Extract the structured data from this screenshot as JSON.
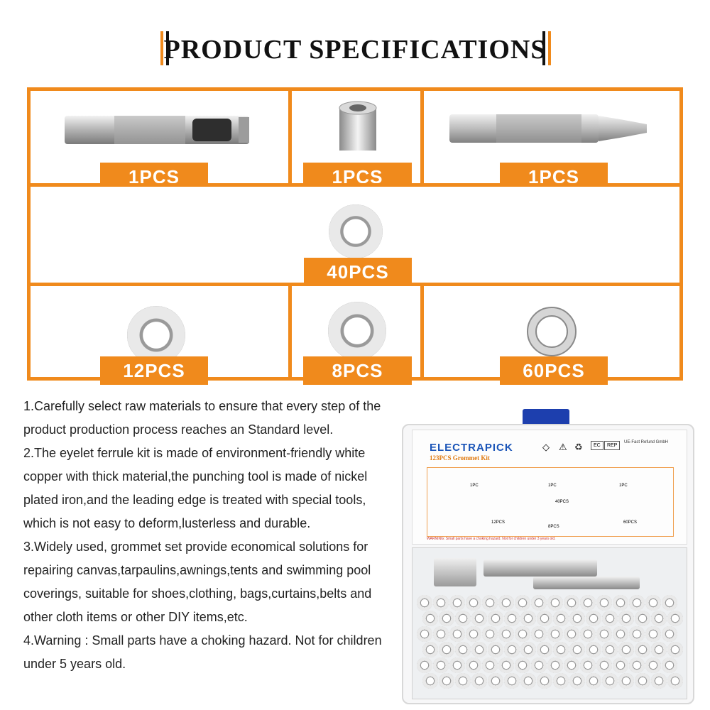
{
  "title": "PRODUCT SPECIFICATIONS",
  "colors": {
    "accent": "#f08a1c",
    "text": "#111111",
    "badge_text": "#ffffff"
  },
  "items": [
    {
      "name": "hole-punch",
      "qty": "1PCS"
    },
    {
      "name": "anvil",
      "qty": "1PCS"
    },
    {
      "name": "setting-tool",
      "qty": "1PCS"
    },
    {
      "name": "grommet-large",
      "qty": "40PCS"
    },
    {
      "name": "grommet-medium",
      "qty": "12PCS"
    },
    {
      "name": "grommet-small",
      "qty": "8PCS"
    },
    {
      "name": "washer",
      "qty": "60PCS"
    }
  ],
  "description": [
    "1.Carefully select raw materials to ensure that every step of the product production process reaches an Standard level.",
    "2.The eyelet ferrule kit is made of environment-friendly white copper with thick material,the punching tool is made of nickel plated iron,and the leading edge is treated with special tools, which is not easy to deform,lusterless and durable.",
    "3.Widely used, grommet set provide economical solutions for repairing canvas,tarpaulins,awnings,tents and swimming pool coverings, suitable for shoes,clothing, bags,curtains,belts and other cloth items or other DIY items,etc.",
    "4.Warning : Small parts have a choking hazard. Not for children under 5 years old."
  ],
  "package": {
    "brand": "ELECTRAPICK",
    "product": "123PCS Grommet Kit",
    "rep_labels": [
      "EC",
      "REP"
    ],
    "rep_text": "UE-Fast Refund GmbH",
    "lid_items": [
      "1PC",
      "1PC",
      "1PC",
      "40PCS",
      "12PCS",
      "8PCS",
      "60PCS"
    ],
    "warning": "WARNING: Small parts have a choking hazard. Not for children under 3 years old."
  }
}
